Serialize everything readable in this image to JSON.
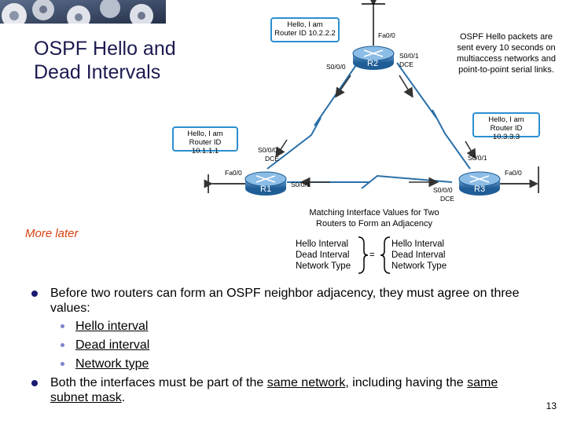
{
  "slide": {
    "title_line1": "OSPF Hello and",
    "title_line2": "Dead Intervals",
    "more_later": "More later",
    "page_number": "13"
  },
  "diagram": {
    "routers": [
      {
        "name": "R1"
      },
      {
        "name": "R2"
      },
      {
        "name": "R3"
      }
    ],
    "bubbles": [
      {
        "line1": "Hello, I am",
        "line2": "Router ID 10.2.2.2"
      },
      {
        "line1": "Hello, I am",
        "line2": "Router ID 10.1.1.1"
      },
      {
        "line1": "Hello, I am",
        "line2": "Router ID 10.3.3.3"
      }
    ],
    "interfaces": {
      "r2_fa00": "Fa0/0",
      "r2_s000": "S0/0/0",
      "r2_s001": "S0/0/1",
      "r2_dce": "DCE",
      "r1_s000": "S0/0/0",
      "r1_dce": "DCE",
      "r1_fa00": "Fa0/0",
      "r1_s001": "S0/0/1",
      "r3_s001": "S0/0/1",
      "r3_fa00": "Fa0/0",
      "r3_s000": "S0/0/0",
      "r3_dce": "DCE"
    },
    "hello_note": [
      "OSPF Hello packets are",
      "sent every 10 seconds on",
      "multiaccess networks and",
      "point-to-point serial links."
    ],
    "match_caption": [
      "Matching Interface Values for Two",
      "Routers to Form an Adjacency"
    ],
    "left_values": [
      "Hello Interval",
      "Dead Interval",
      "Network Type"
    ],
    "equals": "=",
    "right_values": [
      "Hello Interval",
      "Dead Interval",
      "Network Type"
    ]
  },
  "bullets": {
    "item1": "Before two routers can form an OSPF neighbor adjacency, they must agree on three values:",
    "sub": [
      "Hello interval",
      "Dead interval",
      "Network type"
    ],
    "item2_pre": "Both the interfaces must be part of the ",
    "item2_link1": "same network",
    "item2_mid": ", including having the ",
    "item2_link2": "same subnet mask",
    "item2_post": "."
  },
  "colors": {
    "router": "#2a6fa8",
    "bubble_border": "#2a8fd0",
    "link": "#2a6fa8",
    "arrow": "#333333",
    "more_later": "#d94010"
  }
}
